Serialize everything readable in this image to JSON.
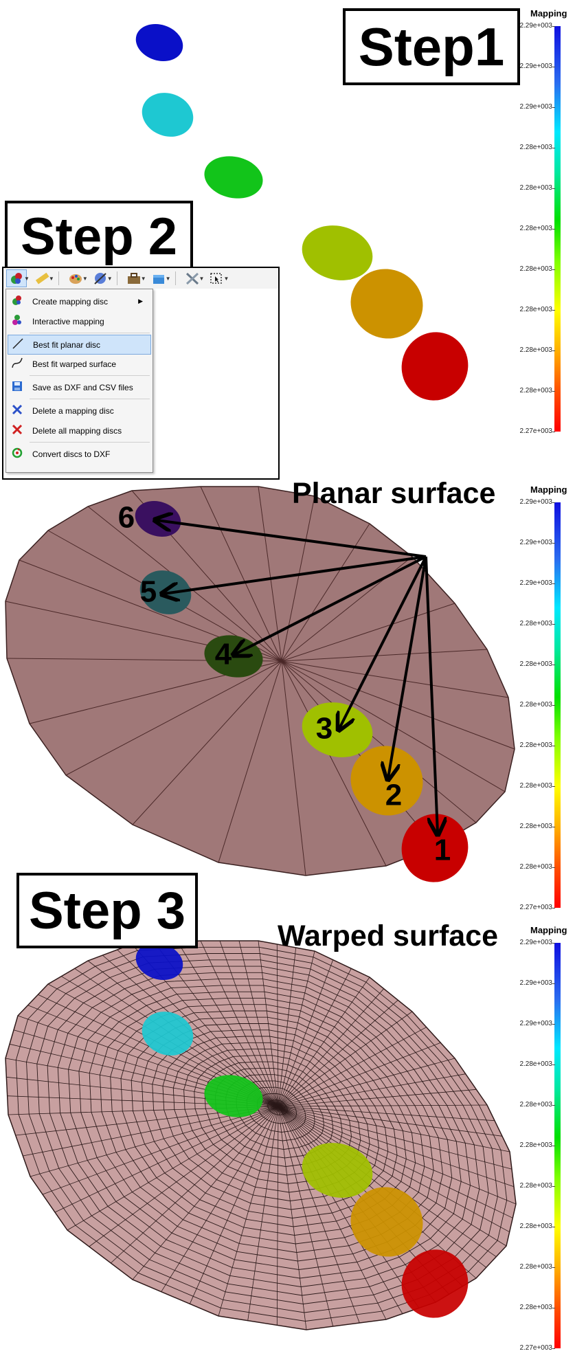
{
  "step1": {
    "label": "Step1"
  },
  "step2": {
    "label": "Step 2"
  },
  "step3": {
    "label": "Step 3"
  },
  "planar": {
    "title": "Planar surface"
  },
  "warped": {
    "title": "Warped surface"
  },
  "colorbar": {
    "title": "Mapping",
    "ticks": [
      "2.29e+003",
      "2.29e+003",
      "2.29e+003",
      "2.28e+003",
      "2.28e+003",
      "2.28e+003",
      "2.28e+003",
      "2.28e+003",
      "2.28e+003",
      "2.28e+003",
      "2.27e+003"
    ]
  },
  "disc_labels": [
    "6",
    "5",
    "4",
    "3",
    "2",
    "1"
  ],
  "colors": {
    "disc_blue": "#0a10c8",
    "disc_cyan": "#1ec8d2",
    "disc_green": "#12c41a",
    "disc_yellowgreen": "#a0c000",
    "disc_orange": "#cc9200",
    "disc_red": "#c80000",
    "surface": "#a07878",
    "selection": "#cfe4fa"
  },
  "toolbar": {
    "icons": [
      "mapping-disc-icon",
      "ruler-icon",
      "palette-icon",
      "colorize-icon",
      "toolbox-icon",
      "box-icon",
      "tools-icon",
      "select-icon"
    ]
  },
  "menu": {
    "items": [
      {
        "label": "Create mapping disc",
        "icon": "mapping-disc-icon",
        "submenu": true
      },
      {
        "label": "Interactive mapping",
        "icon": "interactive-mapping-icon"
      },
      {
        "label": "Best fit planar disc",
        "icon": "planar-line-icon",
        "selected": true
      },
      {
        "label": "Best fit warped surface",
        "icon": "warped-curve-icon"
      },
      {
        "label": "Save as DXF and CSV files",
        "icon": "save-icon"
      },
      {
        "label": "Delete a mapping disc",
        "icon": "delete-blue-icon"
      },
      {
        "label": "Delete all mapping discs",
        "icon": "delete-red-icon"
      },
      {
        "label": "Convert discs to DXF",
        "icon": "convert-icon"
      }
    ]
  }
}
